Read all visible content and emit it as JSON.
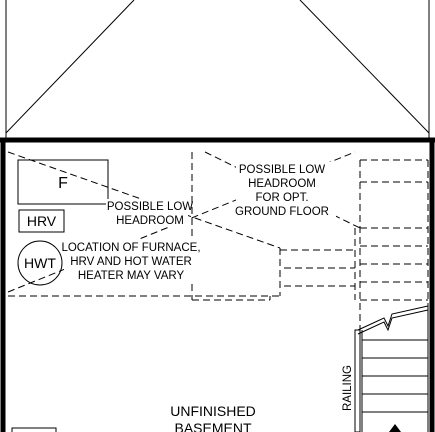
{
  "labels": {
    "furnace": "F",
    "hrv": "HRV",
    "hwt": "HWT",
    "headroom_left": [
      "POSSIBLE LOW",
      "HEADROOM"
    ],
    "headroom_right": [
      "POSSIBLE LOW",
      "HEADROOM",
      "FOR OPT.",
      "GROUND FLOOR"
    ],
    "location_note": [
      "LOCATION OF FURNACE,",
      "HRV AND HOT WATER",
      "HEATER MAY VARY"
    ],
    "railing": "RAILING",
    "room": [
      "UNFINISHED",
      "BASEMENT"
    ]
  }
}
